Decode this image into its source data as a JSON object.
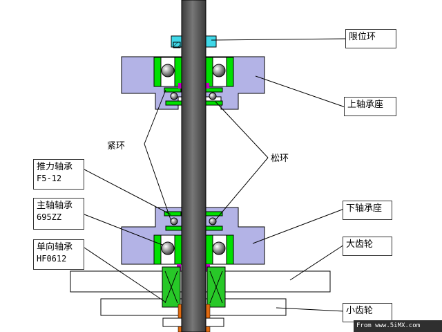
{
  "labels": {
    "limit_ring": "限位环",
    "upper_bearing_seat": "上轴承座",
    "tight_ring": "紧环",
    "loose_ring": "松环",
    "thrust_bearing": "推力轴承",
    "thrust_bearing_model": "F5-12",
    "main_bearing": "主轴轴承",
    "main_bearing_model": "695ZZ",
    "lower_bearing_seat": "下轴承座",
    "one_way_bearing": "单向轴承",
    "one_way_bearing_model": "HF0612",
    "big_gear": "大齿轮",
    "small_gear": "小齿轮"
  },
  "watermark": "From www.5iMX.com",
  "colors": {
    "shaft": "#5a5a5a",
    "seat": "#b3b3e6",
    "bearing": "#00e000",
    "limit_ring": "#40d8e8",
    "one_way_bearing": "#28c828",
    "sleeve": "#e06a10",
    "spacer": "#c000c0",
    "gear": "#ffffff"
  }
}
